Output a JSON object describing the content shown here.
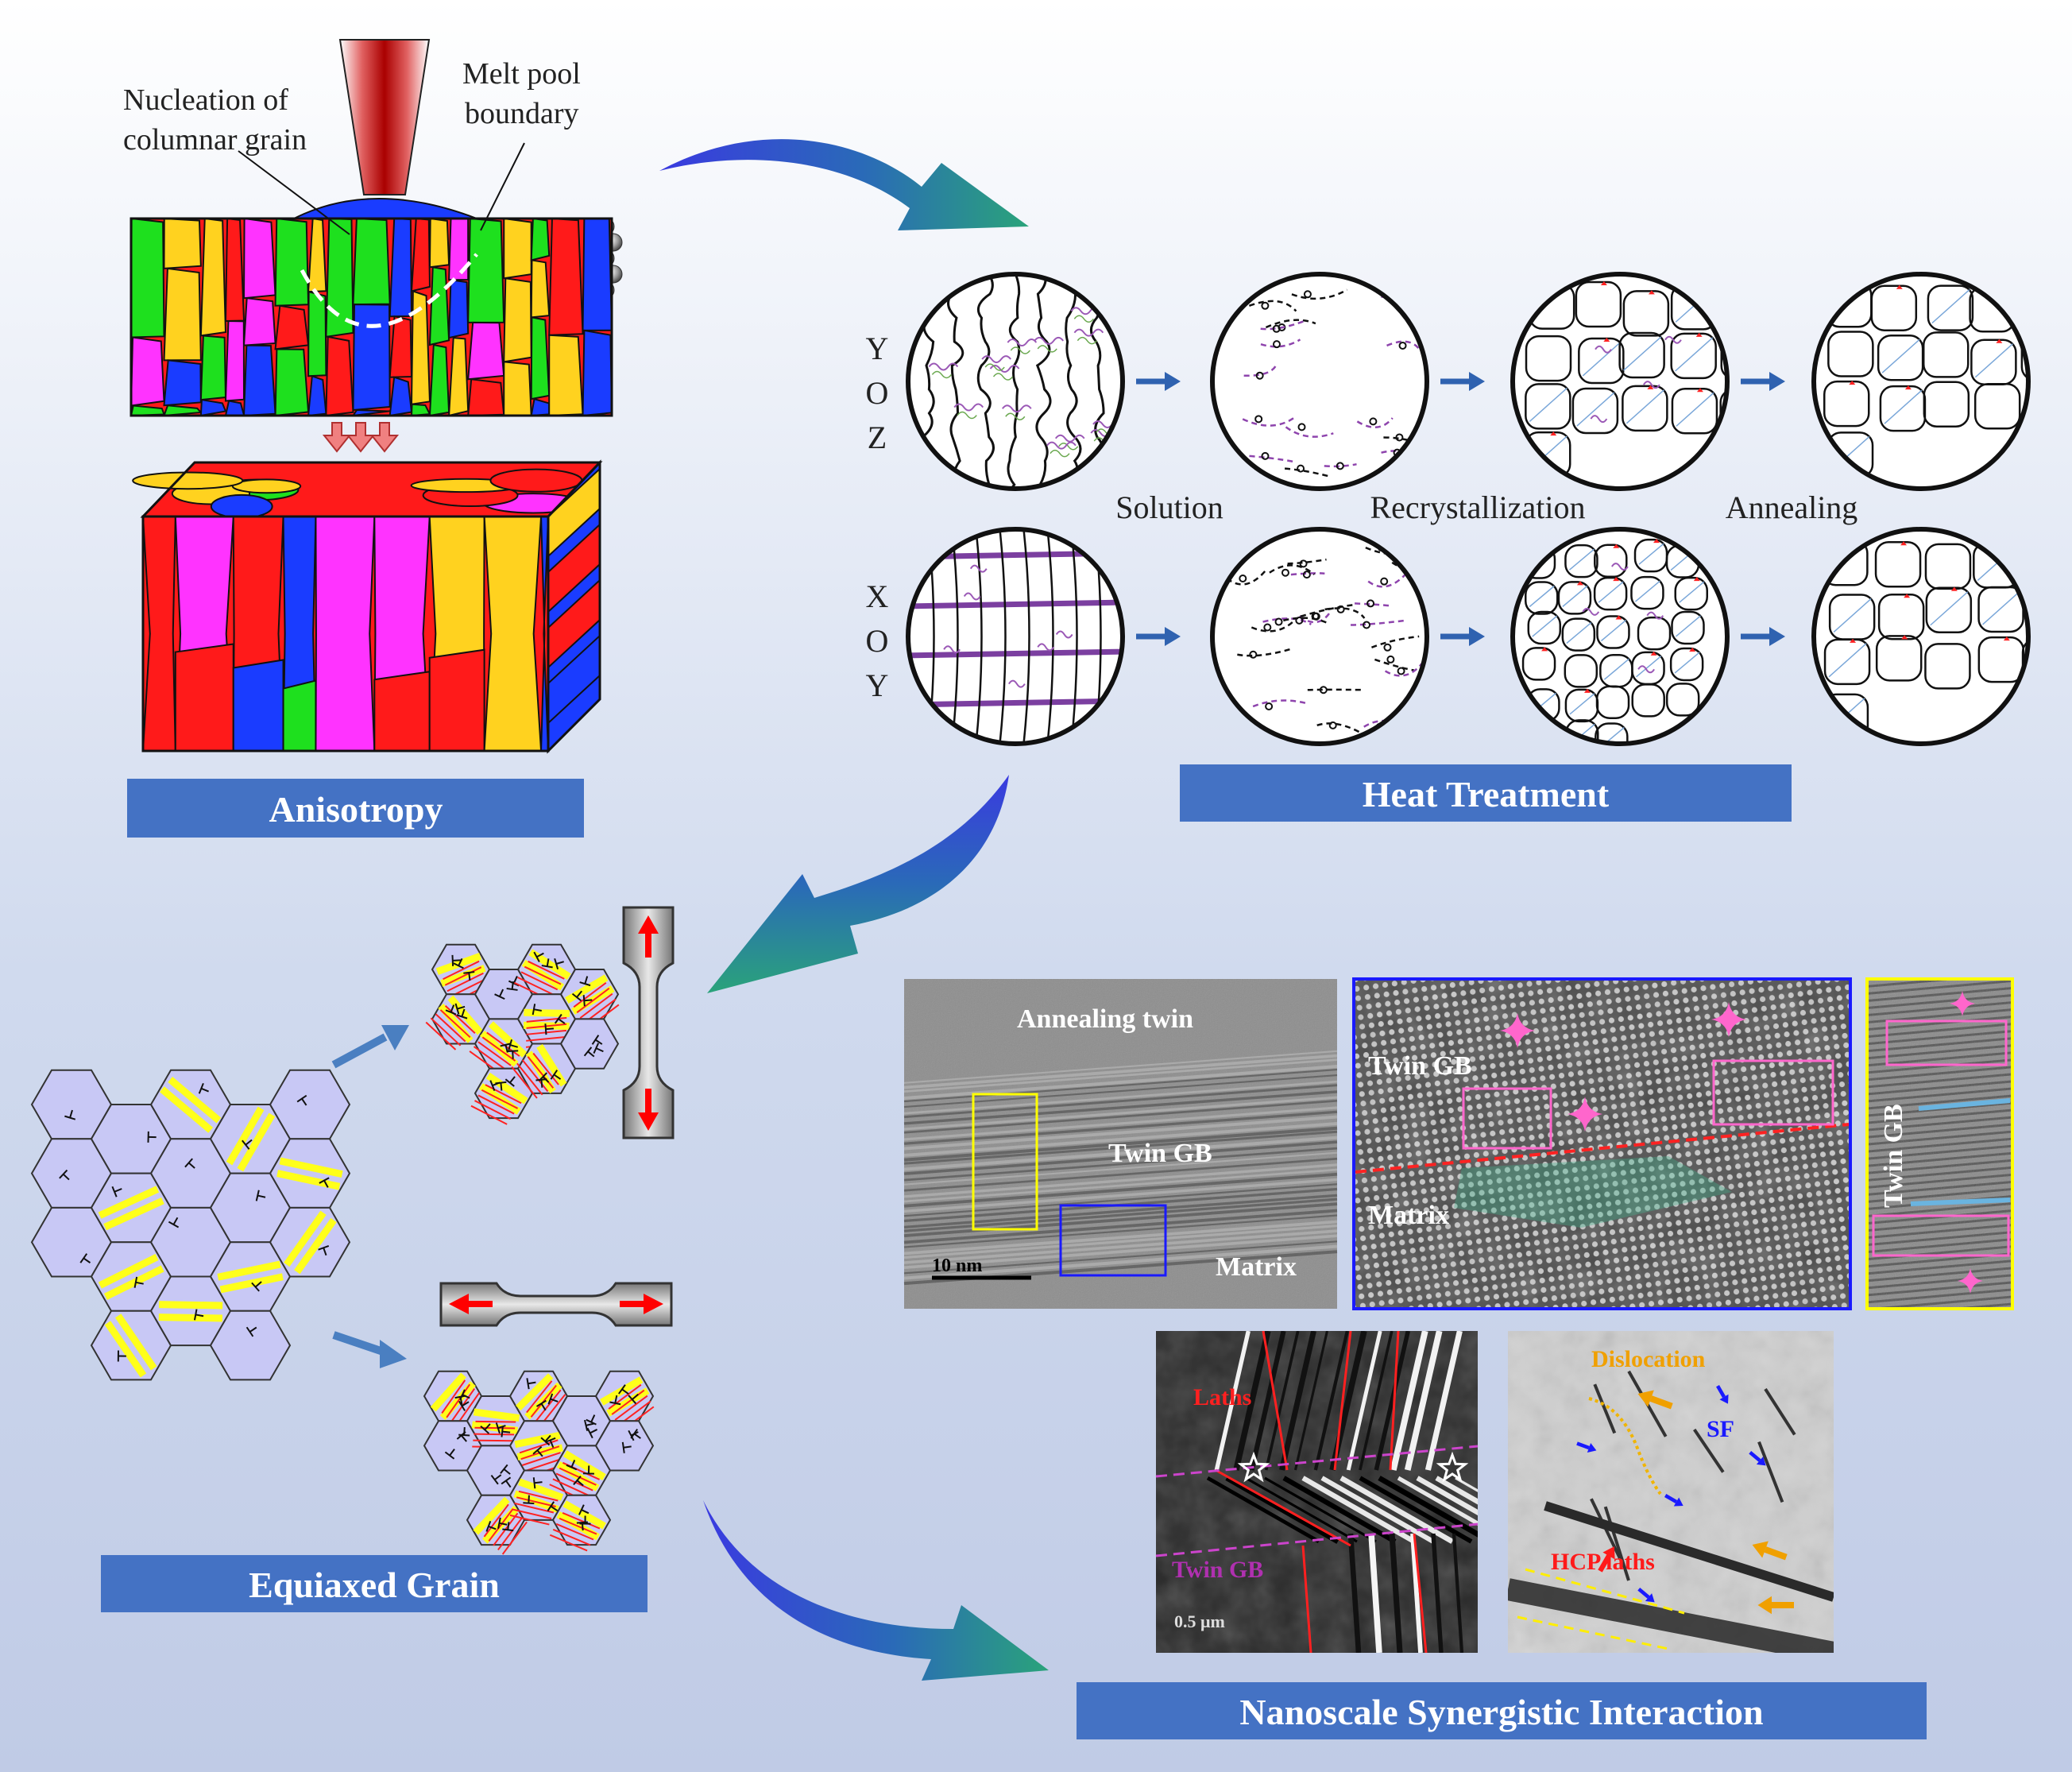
{
  "labels": {
    "nucleation_line1": "Nucleation of",
    "nucleation_line2": "columnar grain",
    "meltpool_line1": "Melt pool",
    "meltpool_line2": "boundary",
    "axis_yoz": [
      "Y",
      "O",
      "Z"
    ],
    "axis_xoy": [
      "X",
      "O",
      "Y"
    ],
    "solution": "Solution",
    "recrystallization": "Recrystallization",
    "annealing": "Annealing"
  },
  "banners": {
    "anisotropy": "Anisotropy",
    "heat_treatment": "Heat Treatment",
    "equiaxed_grain": "Equiaxed Grain",
    "nanoscale": "Nanoscale Synergistic Interaction"
  },
  "tem": {
    "annealing_twin": "Annealing twin",
    "twin_gb": "Twin GB",
    "matrix": "Matrix",
    "scale_10nm": "10 nm",
    "twin_gb_2": "Twin GB",
    "matrix_2": "Matrix",
    "twin_gb_vertical": "Twin GB",
    "laths": "Laths",
    "twin_gb_3": "Twin GB",
    "scale_05um": "0.5 μm",
    "dislocation": "Dislocation",
    "sf": "SF",
    "hcp_laths": "HCP laths"
  },
  "colors": {
    "banner": "#4472c4",
    "grain_red": "#ff1a1a",
    "grain_green": "#1ee01e",
    "grain_blue": "#1a3cff",
    "grain_yellow": "#ffd21f",
    "grain_magenta": "#ff33ff",
    "hex_fill": "#c8c8f5",
    "twin_yellow": "#ffff1a",
    "laser": "#b30000",
    "arrow_blue": "#4a7fc1"
  }
}
